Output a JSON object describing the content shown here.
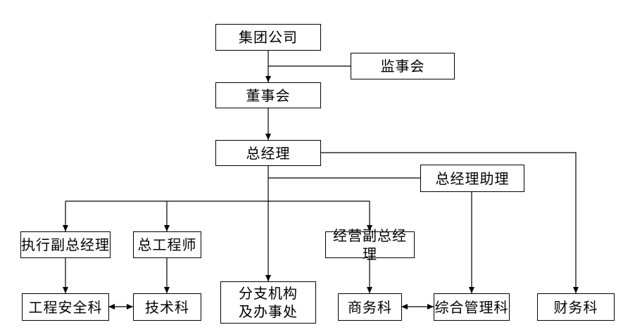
{
  "nodes": {
    "group_company": "集团公司",
    "supervisory_board": "监事会",
    "board_of_directors": "董事会",
    "general_manager": "总经理",
    "gm_assistant": "总经理助理",
    "exec_deputy_gm": "执行副总经理",
    "chief_engineer": "总工程师",
    "operations_deputy_gm": "经营副总经理",
    "engineering_safety_dept": "工程安全科",
    "technical_dept": "技术科",
    "branches_line1": "分支机构",
    "branches_line2": "及办事处",
    "business_dept": "商务科",
    "general_management_dept": "综合管理科",
    "finance_dept": "财务科"
  }
}
